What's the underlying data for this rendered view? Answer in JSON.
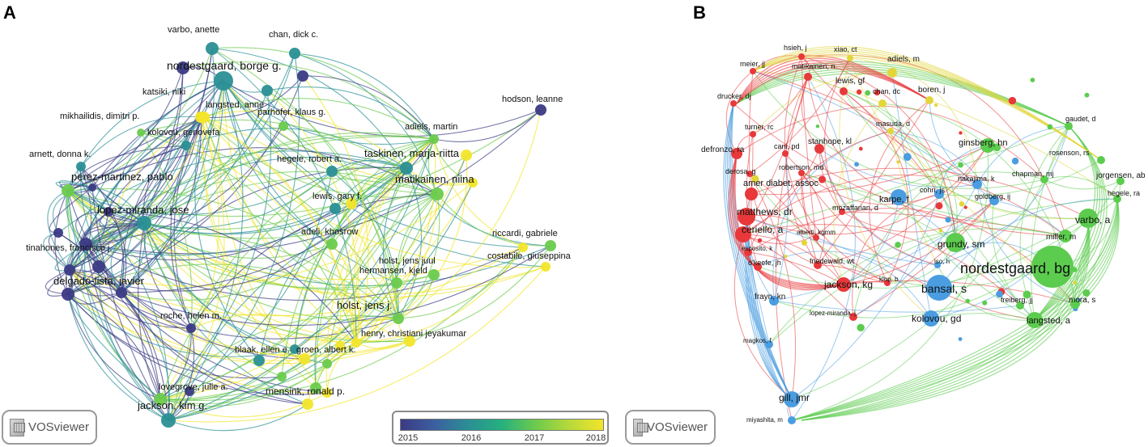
{
  "panel_a": {
    "letter": "A",
    "software_label": "VOSviewer",
    "colorbar_ticks": [
      "2015",
      "2016",
      "2017",
      "2018"
    ],
    "colorbar_colors": [
      "#3b3a84",
      "#2a8f95",
      "#6ccb4d",
      "#f2e52a"
    ],
    "labels": [
      "varbo, anette",
      "chan, dick c.",
      "nordestgaard, borge g.",
      "katsiki, niki",
      "langsted, anne",
      "mikhailidis, dimitri p.",
      "parhofer, klaus g.",
      "kolovou, genovefa",
      "hodson, leanne",
      "adiels, martin",
      "arnett, donna k.",
      "taskinen, marja-riitta",
      "hegele, robert a.",
      "perez-martinez, pablo",
      "matikainen, niina",
      "lewis, gary f.",
      "lopez-miranda, jose",
      "adeli, khosrow",
      "riccardi, gabriele",
      "tinahones, francisco j.",
      "holst, jens juul",
      "costabile, giuseppina",
      "hermansen, kjeld",
      "delgado-lista, javier",
      "holst, jens j.",
      "roche, helen m.",
      "henry, christiani jeyakumar",
      "blaak, ellen e.",
      "groen, albert k.",
      "lovegrove, julie a.",
      "mensink, ronald p.",
      "jackson, kim g."
    ]
  },
  "panel_b": {
    "letter": "B",
    "software_label": "VOSviewer",
    "labels": [
      "hsieh, j",
      "xiao, ct",
      "adiels, m",
      "meier, jj",
      "matikainen, n",
      "lewis, gf",
      "boren, j",
      "drucker, dj",
      "chan, dc",
      "turner, rc",
      "masuda, d",
      "gaudet, d",
      "defronzo, ra",
      "cani, pd",
      "stanhope, kl",
      "ginsberg, hn",
      "rosenson, rs",
      "derosa, g",
      "robertson, md",
      "nakajima, k",
      "chapman, mj",
      "jorgensen, ab",
      "amer diabet, assoc",
      "karpe, f",
      "cohn, js",
      "goldberg, ij",
      "hegele, ra",
      "matthews, dr",
      "mozaffarian, d",
      "varbo, a",
      "ceriello, a",
      "alberti, kgmm",
      "grundy, sm",
      "miller, m",
      "esposito, k",
      "nordestgaard, bg",
      "o'keefe, jh",
      "friedewald, wt",
      "iso, h",
      "klop, b",
      "jackson, kg",
      "bansal, s",
      "freiberg, jj",
      "frayn, kn",
      "mora, s",
      "lopez-miranda, j",
      "kolovou, gd",
      "langsted, a",
      "magkos, f",
      "gill, jmr",
      "miyashita, m"
    ],
    "cluster_colors": [
      "#e8383a",
      "#5ccc4e",
      "#4a9de0",
      "#e2d63a"
    ]
  }
}
